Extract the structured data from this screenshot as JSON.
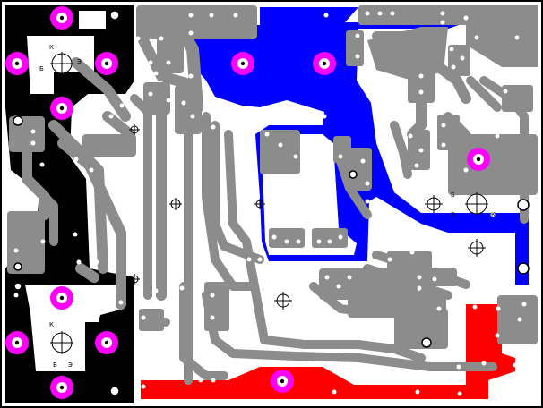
{
  "board": {
    "colors": {
      "background": "#ffffff",
      "frame": "#000000",
      "trace": "#8c8c8c",
      "ground_pour": "#000000",
      "blue_pour": "#0000ff",
      "red_pour": "#ff0000",
      "pad_ring": "#ff00ff",
      "drill": "#ffffff"
    },
    "transistor_labels": {
      "collector": "К",
      "base": "Б",
      "emitter": "Э"
    }
  }
}
